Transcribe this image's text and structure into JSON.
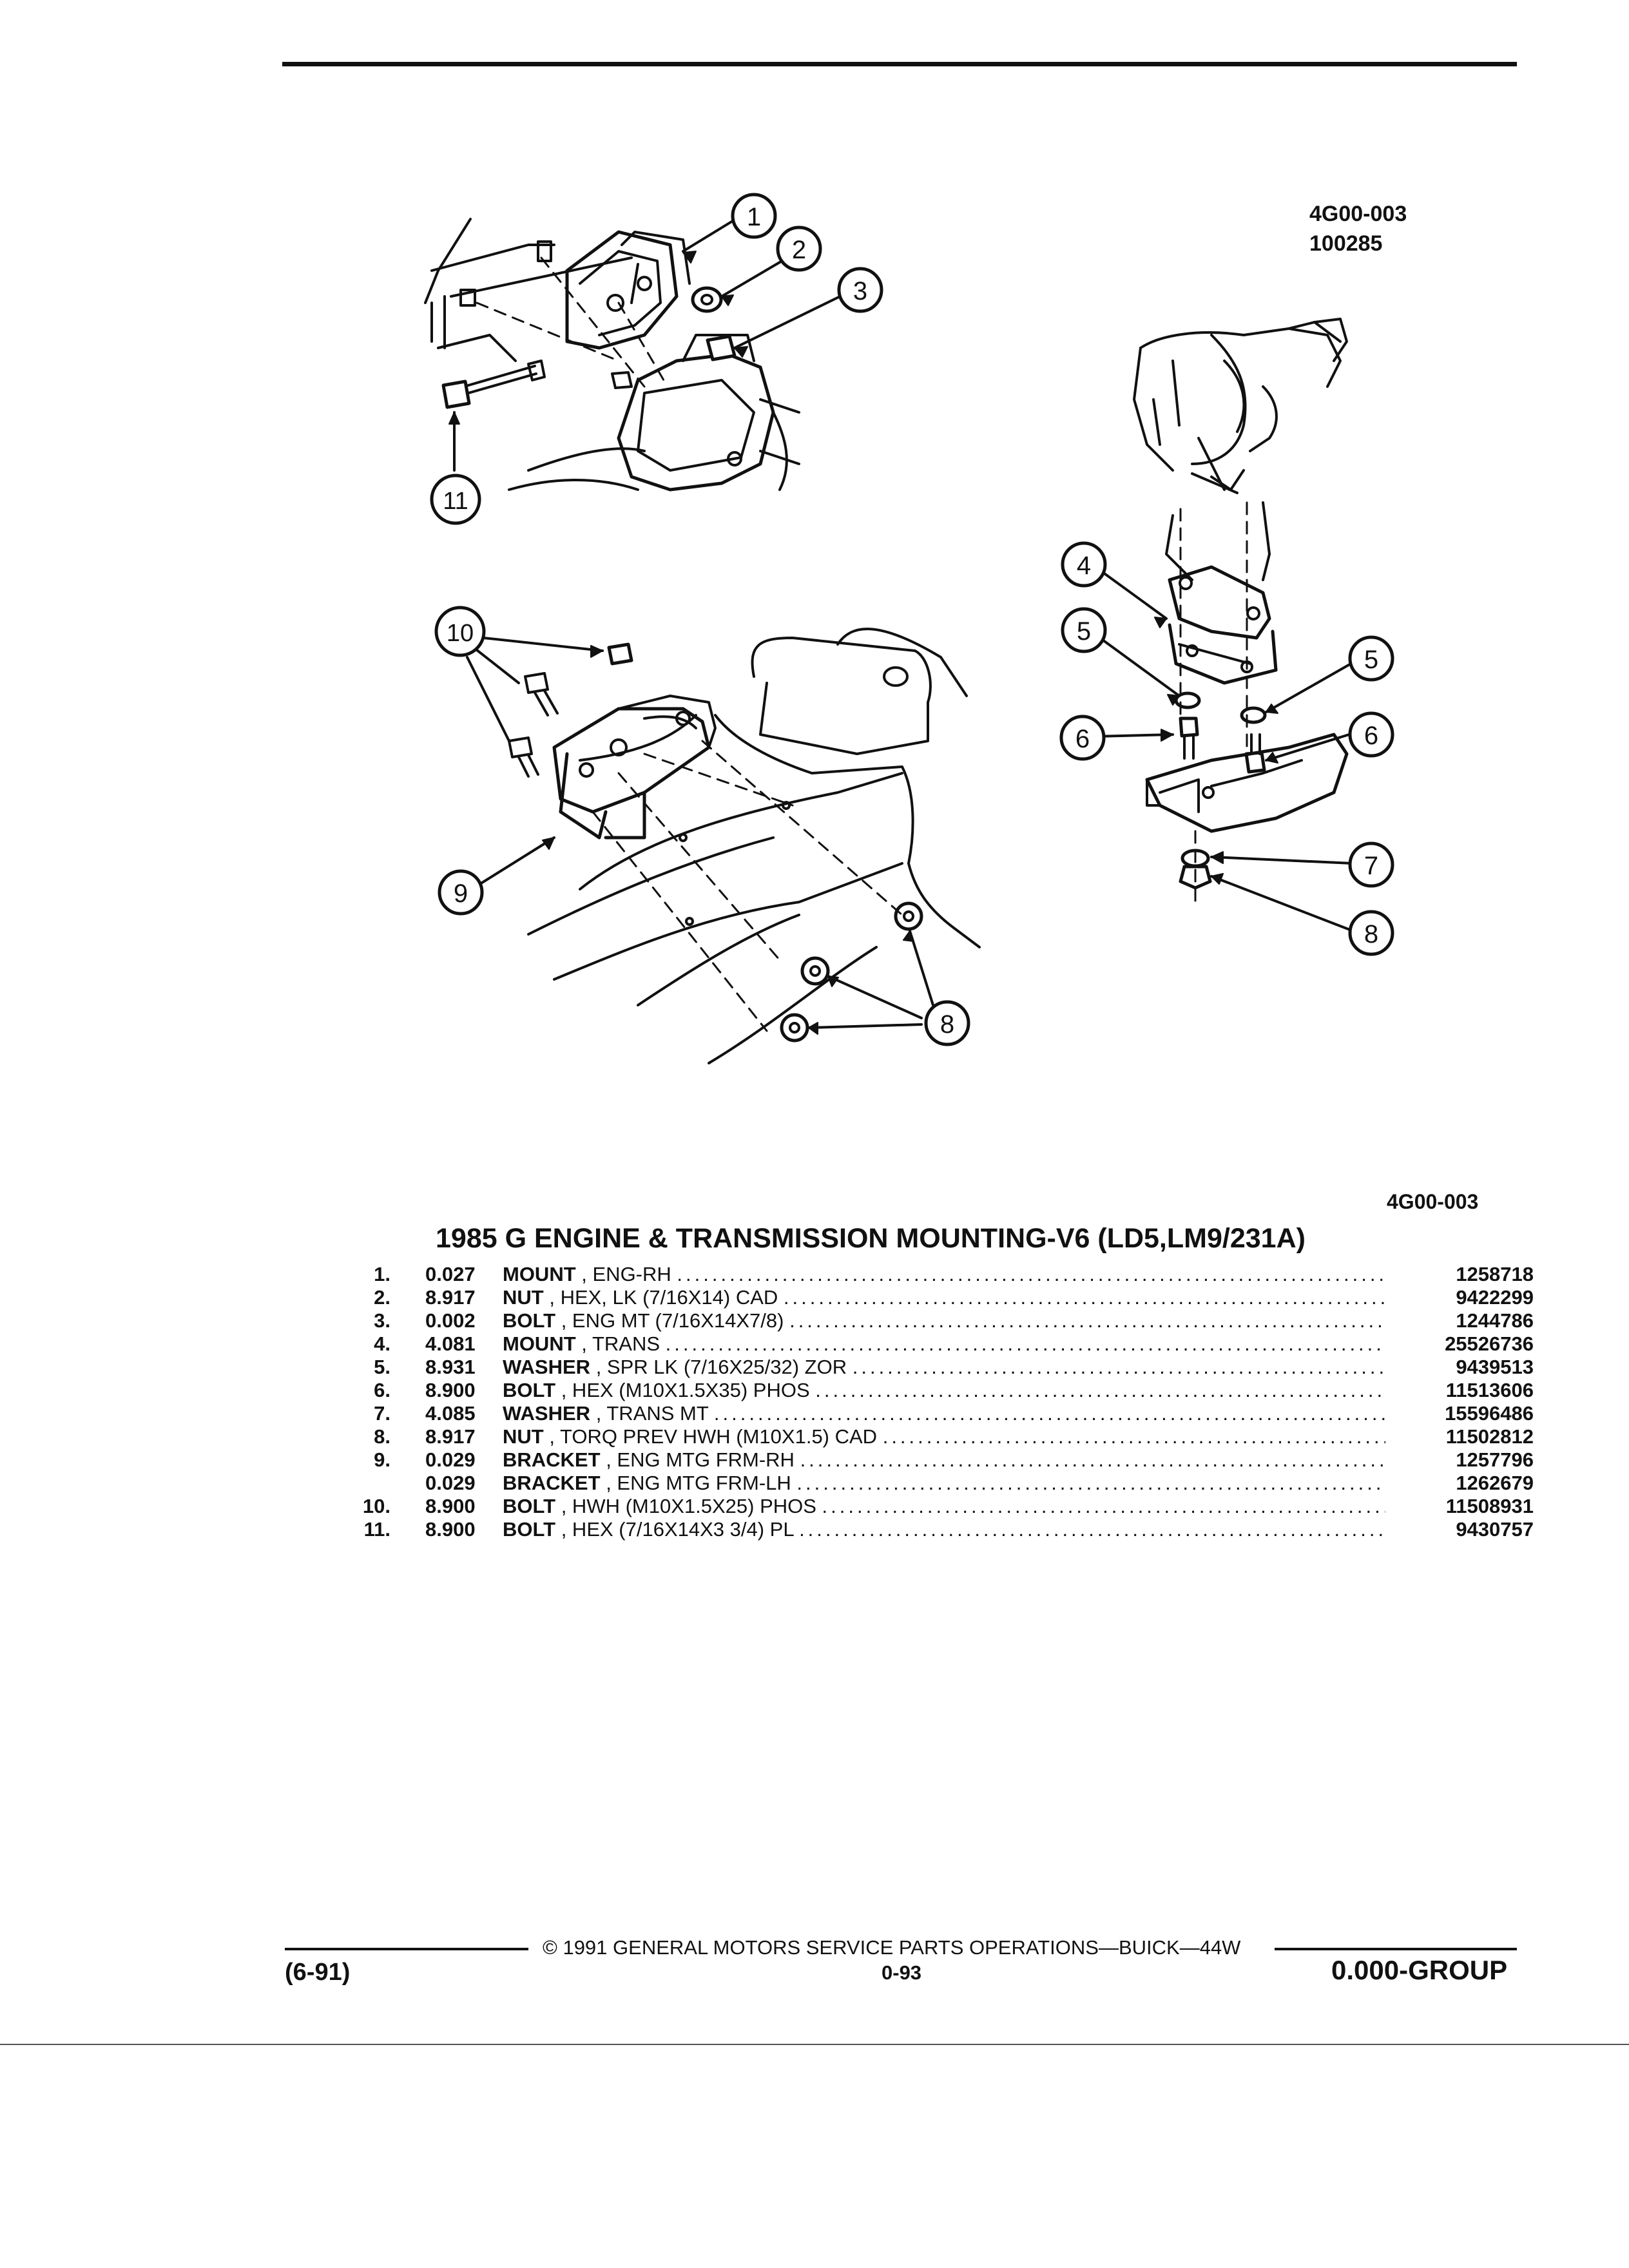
{
  "header": {
    "figure_ref": "4G00-003",
    "figure_date": "100285"
  },
  "callouts": [
    "1",
    "2",
    "3",
    "4",
    "5",
    "5",
    "6",
    "6",
    "7",
    "8",
    "8",
    "9",
    "10",
    "11"
  ],
  "caption_ref": "4G00-003",
  "title": "1985 G ENGINE & TRANSMISSION MOUNTING-V6 (LD5,LM9/231A)",
  "parts": [
    {
      "no": "1.",
      "group": "0.027",
      "name": "MOUNT",
      "desc": ", ENG-RH",
      "pn": "1258718"
    },
    {
      "no": "2.",
      "group": "8.917",
      "name": "NUT",
      "desc": ", HEX, LK (7/16X14) CAD",
      "pn": "9422299"
    },
    {
      "no": "3.",
      "group": "0.002",
      "name": "BOLT",
      "desc": ", ENG MT (7/16X14X7/8)",
      "pn": "1244786"
    },
    {
      "no": "4.",
      "group": "4.081",
      "name": "MOUNT",
      "desc": ", TRANS",
      "pn": "25526736"
    },
    {
      "no": "5.",
      "group": "8.931",
      "name": "WASHER",
      "desc": ", SPR LK (7/16X25/32) ZOR",
      "pn": "9439513"
    },
    {
      "no": "6.",
      "group": "8.900",
      "name": "BOLT",
      "desc": ", HEX (M10X1.5X35) PHOS",
      "pn": "11513606"
    },
    {
      "no": "7.",
      "group": "4.085",
      "name": "WASHER",
      "desc": ", TRANS MT",
      "pn": "15596486"
    },
    {
      "no": "8.",
      "group": "8.917",
      "name": "NUT",
      "desc": ", TORQ PREV HWH (M10X1.5) CAD",
      "pn": "11502812"
    },
    {
      "no": "9.",
      "group": "0.029",
      "name": "BRACKET",
      "desc": ", ENG MTG FRM-RH",
      "pn": "1257796"
    },
    {
      "no": "",
      "group": "0.029",
      "name": "BRACKET",
      "desc": ", ENG MTG FRM-LH",
      "pn": "1262679"
    },
    {
      "no": "10.",
      "group": "8.900",
      "name": "BOLT",
      "desc": ", HWH (M10X1.5X25) PHOS",
      "pn": "11508931"
    },
    {
      "no": "11.",
      "group": "8.900",
      "name": "BOLT",
      "desc": ", HEX (7/16X14X3 3/4) PL",
      "pn": "9430757"
    }
  ],
  "footer": {
    "copyright": "© 1991 GENERAL MOTORS SERVICE PARTS OPERATIONS—BUICK—44W",
    "date_code": "(6-91)",
    "page": "0-93",
    "group": "0.000-GROUP"
  }
}
